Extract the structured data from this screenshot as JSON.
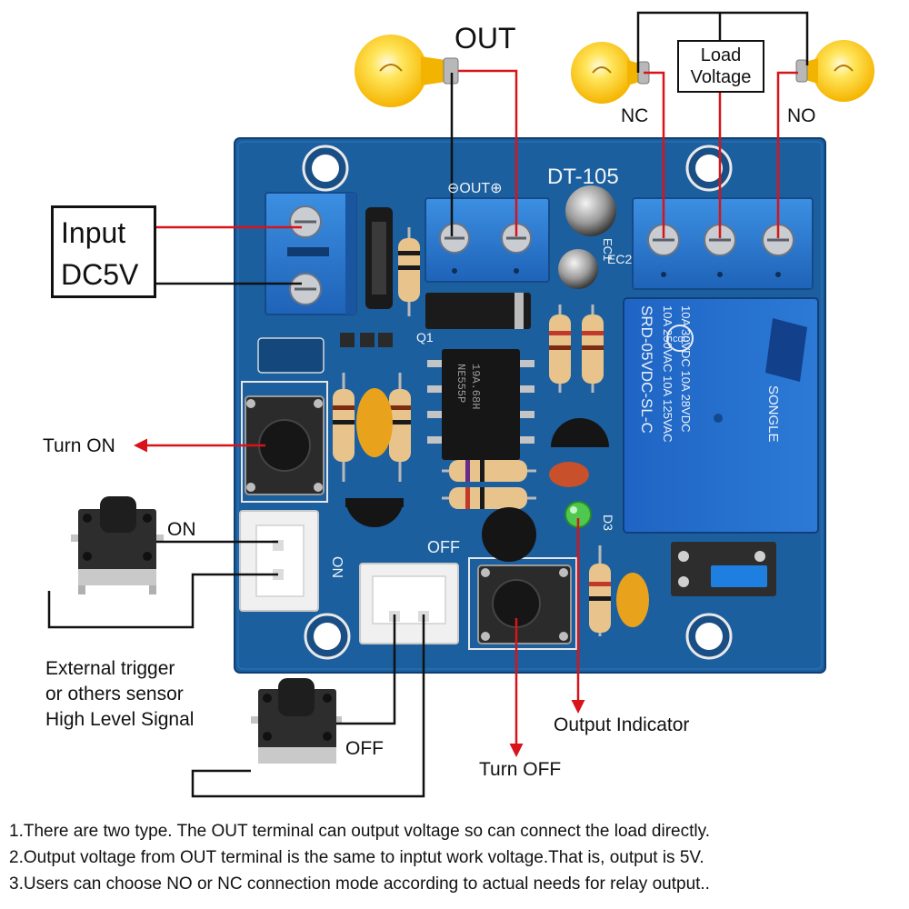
{
  "labels": {
    "out": "OUT",
    "load_voltage_line1": "Load",
    "load_voltage_line2": "Voltage",
    "nc": "NC",
    "no": "NO",
    "input_line1": "Input",
    "input_line2": "DC5V",
    "turn_on": "Turn ON",
    "on": "ON",
    "external_line1": "External trigger",
    "external_line2": "or others sensor",
    "external_line3": "High Level Signal",
    "off": "OFF",
    "turn_off": "Turn OFF",
    "output_indicator": "Output Indicator"
  },
  "board": {
    "model": "DT-105",
    "out_terminal": "⊖OUT⊕",
    "q1": "Q1",
    "ec1": "EC1",
    "ec2": "EC2",
    "d3": "D3",
    "ic_line1": "19A.68H",
    "ic_line2": "NE555P",
    "silk_on": "ON",
    "silk_off": "OFF",
    "relay_line1": "SRD-05VDC-SL-C",
    "relay_line2": "10A 250VAC  10A 125VAC",
    "relay_line3": "10A 30VDC  10A 28VDC",
    "relay_brand": "SONGLE",
    "relay_mark": "cqc"
  },
  "notes": [
    "1.There are two type. The OUT terminal can output voltage so can connect the load directly.",
    "2.Output voltage from OUT terminal is the same to inptut work voltage.That is, output is 5V.",
    "3.Users can choose NO or NC connection mode according to actual needs for relay output.."
  ],
  "colors": {
    "pcb": "#1c5f9e",
    "terminal": "#2a7fd6",
    "wire_red": "#d8141a",
    "wire_black": "#111111",
    "bulb": "#ffd21f"
  },
  "icons": [
    "light-bulb-icon",
    "push-button-icon",
    "arrow-icon"
  ]
}
